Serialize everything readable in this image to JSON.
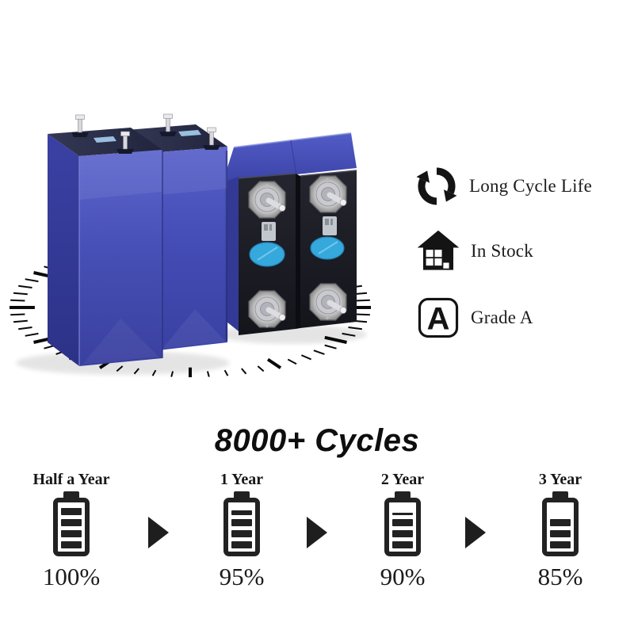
{
  "page": {
    "background": "#ffffff"
  },
  "colors": {
    "battery_blue": "#4750b6",
    "battery_blue_light": "#5d66cd",
    "battery_blue_dark": "#343b95",
    "case_top_navy": "#262a44",
    "cell_face_black": "#1b1b22",
    "sticker_blue": "#35a8dc",
    "terminal_silver": "#d8d8d8",
    "ink": "#141414"
  },
  "hero": {
    "subject": "four-blue-prismatic-lifepo4-battery-cells",
    "ring_icon": "clock-tick-ellipse",
    "terminal_bottom_mark": "+"
  },
  "features": {
    "items": [
      {
        "icon": "cycle-arrows-icon",
        "label": "Long Cycle Life"
      },
      {
        "icon": "warehouse-icon",
        "label": "In Stock"
      },
      {
        "icon": "grade-a-badge-icon",
        "label": "Grade A",
        "badge_letter": "A"
      }
    ]
  },
  "cycles_title": "8000+ Cycles",
  "timeline": {
    "arrow_icon": "right-arrow-triangle",
    "steps": [
      {
        "label": "Half a Year",
        "value": "100%",
        "bars": [
          1,
          1,
          1,
          1
        ]
      },
      {
        "label": "1 Year",
        "value": "95%",
        "bars": [
          0.7,
          1,
          1,
          1
        ]
      },
      {
        "label": "2 Year",
        "value": "90%",
        "bars": [
          0.35,
          1,
          1,
          1
        ]
      },
      {
        "label": "3 Year",
        "value": "85%",
        "bars": [
          1,
          1,
          1
        ]
      }
    ]
  }
}
